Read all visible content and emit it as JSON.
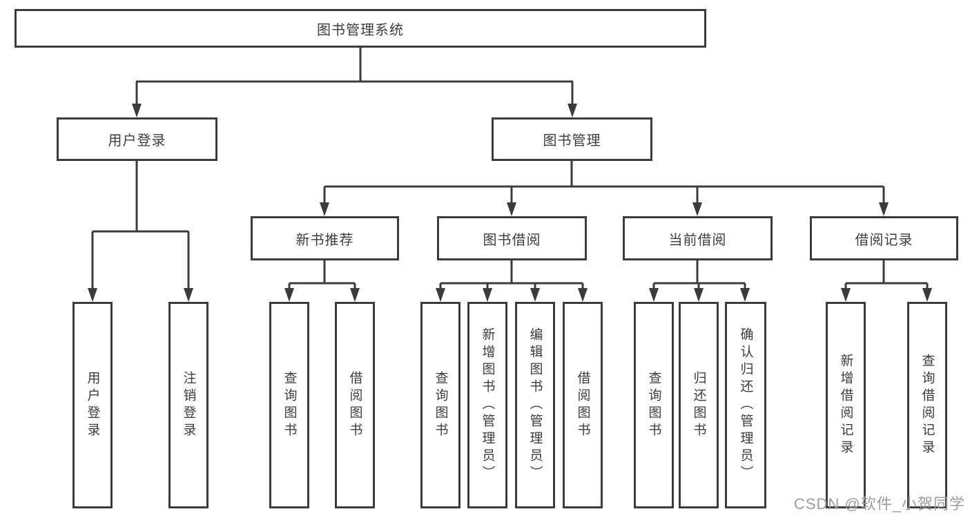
{
  "tree": {
    "label": "图书管理系统",
    "children": [
      {
        "label": "用户登录",
        "children": [
          {
            "label": "用户登录"
          },
          {
            "label": "注销登录"
          }
        ]
      },
      {
        "label": "图书管理",
        "children": [
          {
            "label": "新书推荐",
            "children": [
              {
                "label": "查询图书"
              },
              {
                "label": "借阅图书"
              }
            ]
          },
          {
            "label": "图书借阅",
            "children": [
              {
                "label": "查询图书"
              },
              {
                "label": "新增图书（管理员）"
              },
              {
                "label": "编辑图书（管理员）"
              },
              {
                "label": "借阅图书"
              }
            ]
          },
          {
            "label": "当前借阅",
            "children": [
              {
                "label": "查询图书"
              },
              {
                "label": "归还图书"
              },
              {
                "label": "确认归还（管理员）"
              }
            ]
          },
          {
            "label": "借阅记录",
            "children": [
              {
                "label": "新增借阅记录"
              },
              {
                "label": "查询借阅记录"
              }
            ]
          }
        ]
      }
    ]
  },
  "watermark": {
    "text": "CSDN @软件_小贺同学"
  },
  "colors": {
    "line": "#3b3b3b",
    "box_border": "#3b3b3b",
    "text": "#3d3d3d",
    "background": "#ffffff",
    "watermark": "#9d9d9d"
  }
}
